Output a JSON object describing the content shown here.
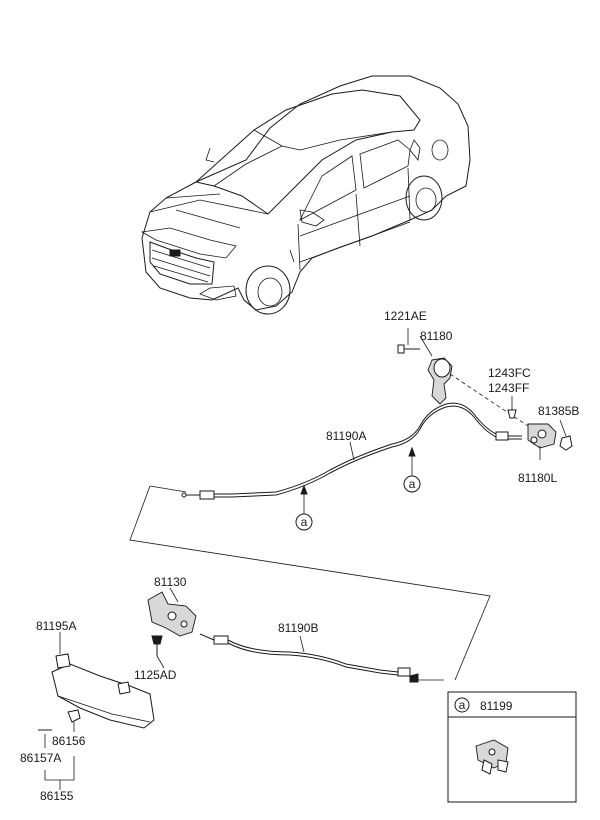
{
  "labels": {
    "p1221AE": "1221AE",
    "p81180": "81180",
    "p1243FC": "1243FC",
    "p1243FF": "1243FF",
    "p81385B": "81385B",
    "p81190A": "81190A",
    "p81180L": "81180L",
    "p81130": "81130",
    "p81195A": "81195A",
    "p81190B": "81190B",
    "p1125AD": "1125AD",
    "p86156": "86156",
    "p86157A": "86157A",
    "p86155": "86155"
  },
  "callouts": {
    "a1": "a",
    "a2": "a",
    "a3": "a"
  },
  "legend": {
    "marker": "a",
    "part": "81199"
  }
}
